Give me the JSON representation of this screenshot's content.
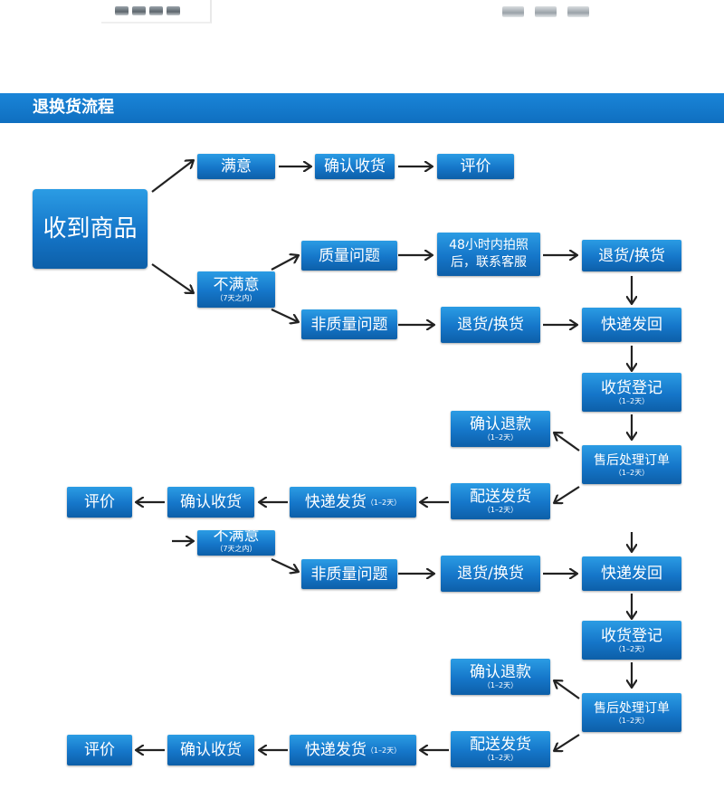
{
  "section": {
    "title": "退换货流程"
  },
  "nodes": {
    "receive": "收到商品",
    "satisfied": "满意",
    "confirm_receipt": "确认收货",
    "review": "评价",
    "unsatisfied": "不满意",
    "unsatisfied_sub": "（7天之内）",
    "quality_issue": "质量问题",
    "photo_contact": "48小时内拍照后，联系客服",
    "return_exchange": "退货/换货",
    "non_quality_issue": "非质量问题",
    "express_return": "快递发回",
    "receipt_register": "收货登记",
    "days_1_2": "（1–2天）",
    "confirm_refund": "确认退款",
    "after_sales": "售后处理订单",
    "dispatch": "配送发货",
    "express_ship": "快递发货"
  }
}
